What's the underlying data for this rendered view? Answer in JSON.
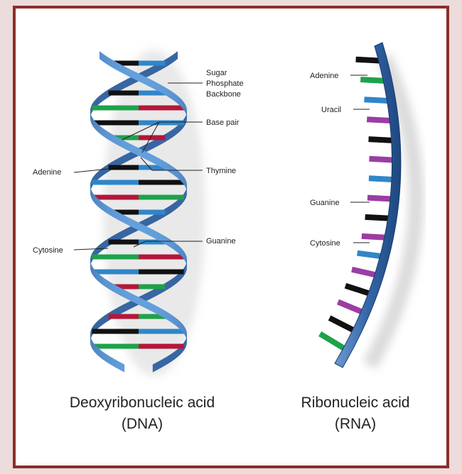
{
  "dna": {
    "labels": {
      "sugar_1": "Sugar",
      "sugar_2": "Phosphate",
      "sugar_3": "Backbone",
      "base_pair": "Base pair",
      "thymine": "Thymine",
      "adenine": "Adenine",
      "guanine": "Guanine",
      "cytosine": "Cytosine"
    },
    "caption_line1": "Deoxyribonucleic acid",
    "caption_line2": "(DNA)"
  },
  "rna": {
    "labels": {
      "adenine": "Adenine",
      "uracil": "Uracil",
      "guanine": "Guanine",
      "cytosine": "Cytosine"
    },
    "caption_line1": "Ribonucleic acid",
    "caption_line2": "(RNA)"
  },
  "colors": {
    "frame_border": "#8c2f2b",
    "background": "#ecdcdc",
    "backbone": "#2f5f9c",
    "backbone_light": "#6f9bd0",
    "adenine": "#1ea24a",
    "thymine": "#b3173a",
    "guanine": "#111111",
    "cytosine": "#2f86c9",
    "uracil": "#9b3da3"
  }
}
